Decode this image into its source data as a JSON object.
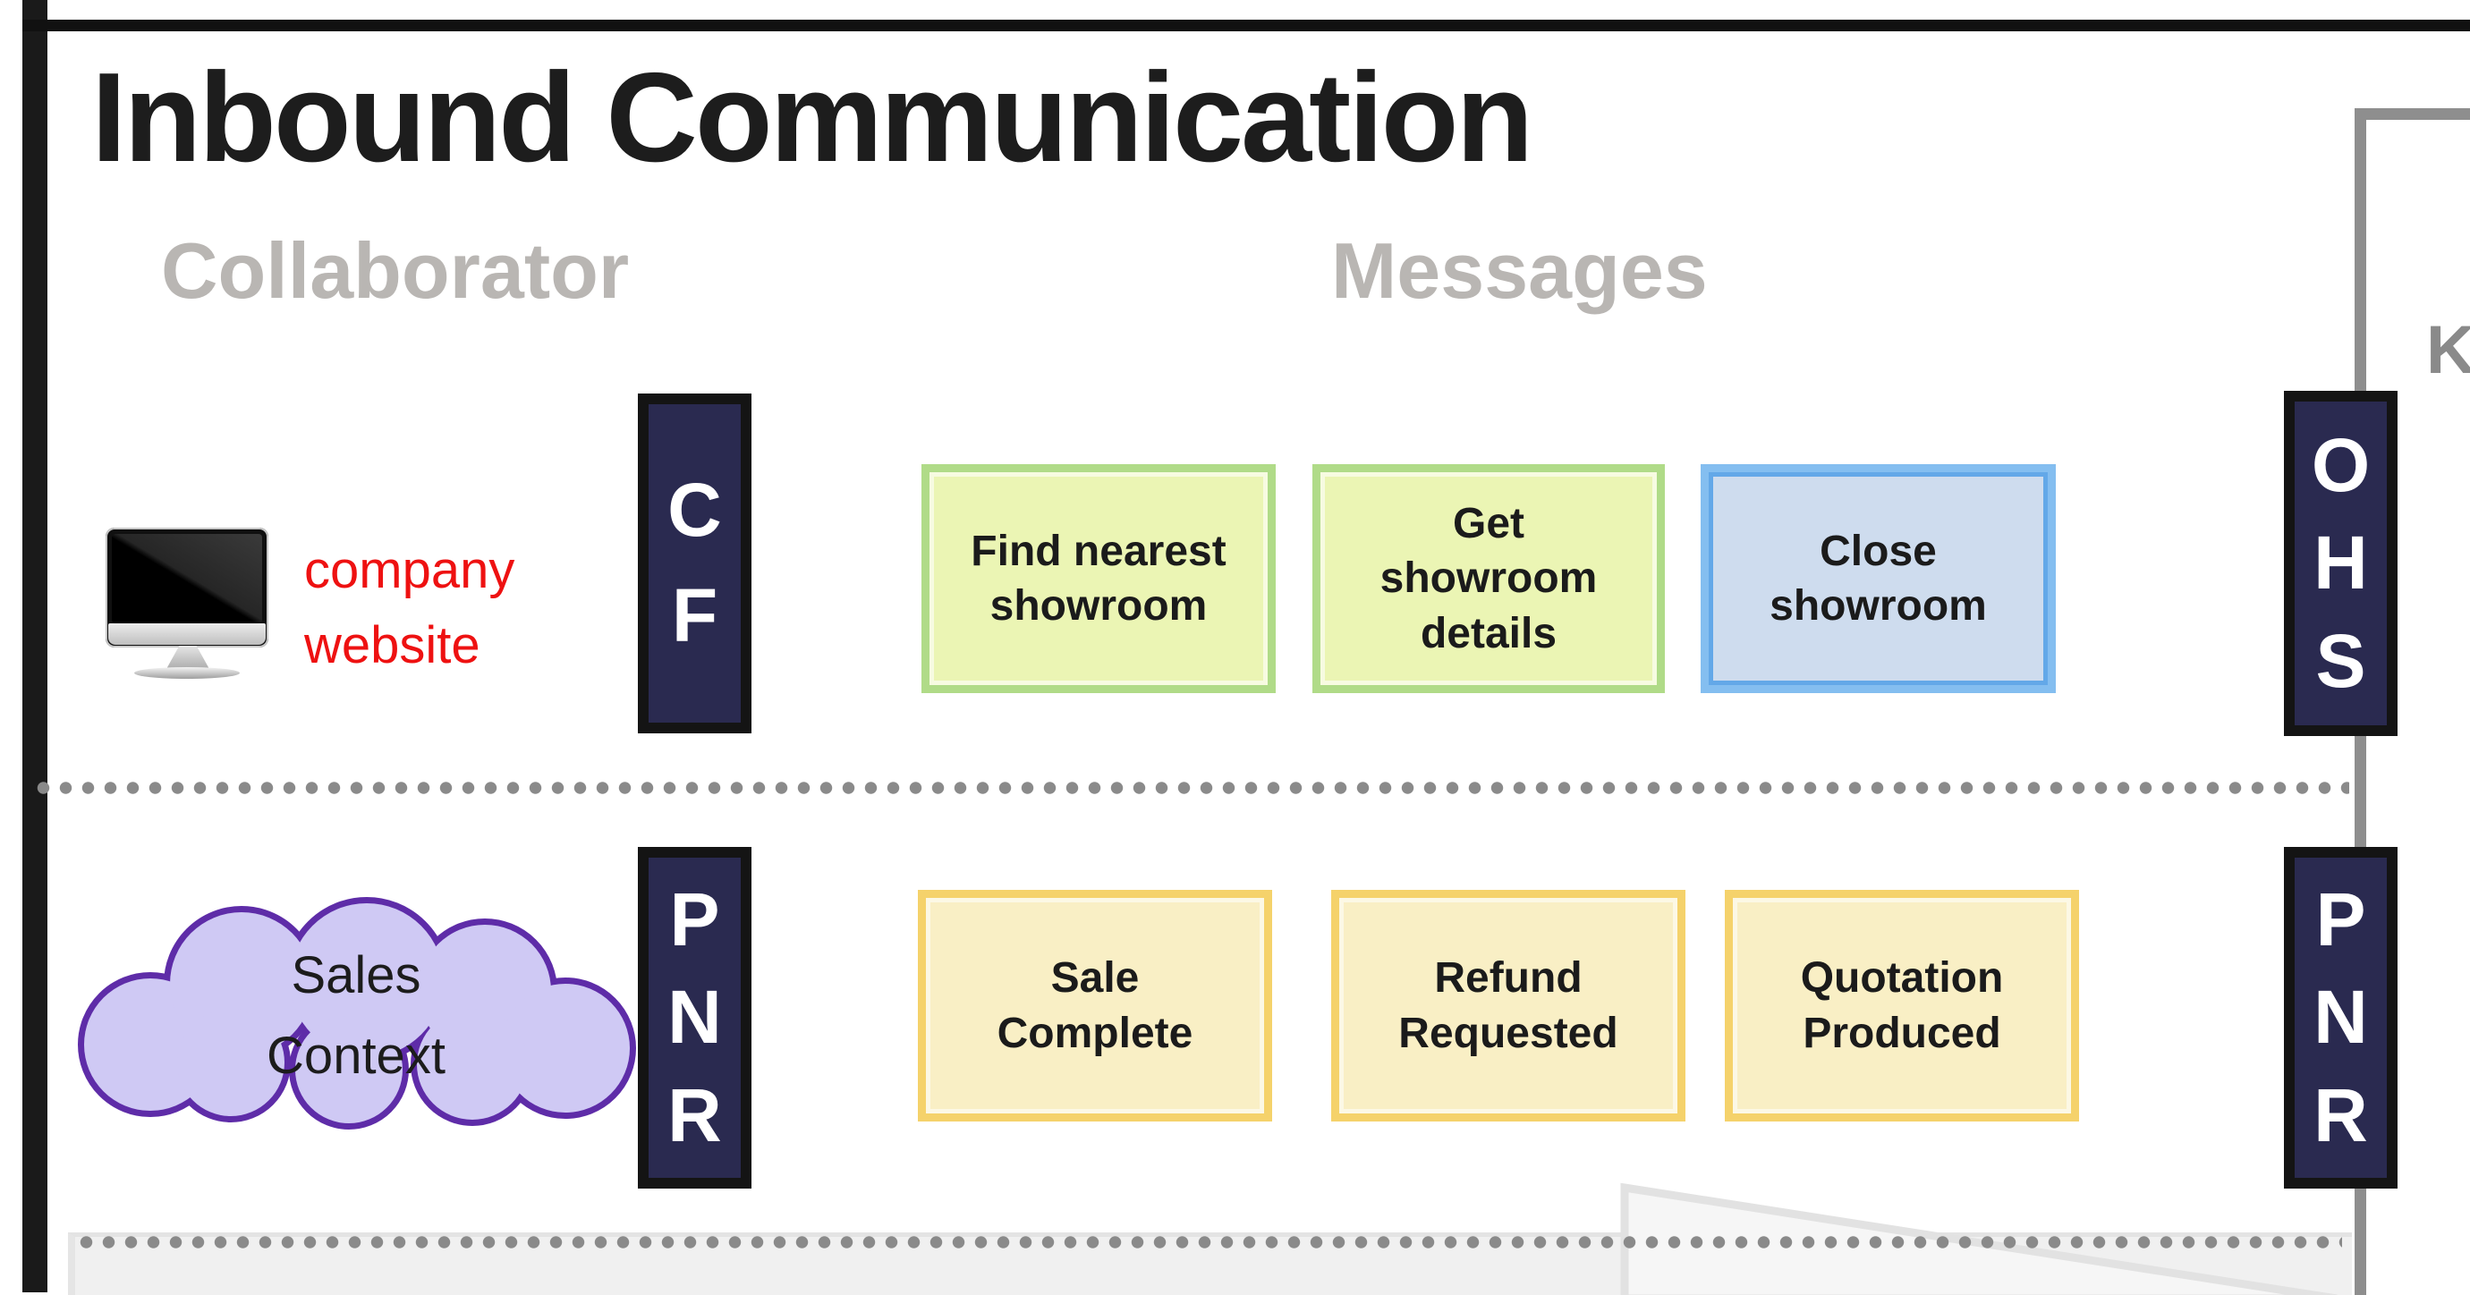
{
  "title": "Inbound Communication",
  "lane_headers": {
    "collaborator": "Collaborator",
    "messages": "Messages"
  },
  "right_edge_label": "K",
  "collaborators": [
    {
      "id": "company-website",
      "label": "company\nwebsite",
      "icon": "desktop-computer-icon",
      "label_color": "#ee1111"
    },
    {
      "id": "sales-context",
      "label": "Sales\nContext",
      "shape": "cloud"
    }
  ],
  "bars": {
    "cf": {
      "letters": [
        "C",
        "F"
      ]
    },
    "ohs": {
      "letters": [
        "O",
        "H",
        "S"
      ]
    },
    "pnr_left": {
      "letters": [
        "P",
        "N",
        "R"
      ]
    },
    "pnr_right": {
      "letters": [
        "P",
        "N",
        "R"
      ]
    }
  },
  "messages": {
    "row1": [
      {
        "label": "Find nearest\nshowroom",
        "style": "green"
      },
      {
        "label": "Get\nshowroom\ndetails",
        "style": "green"
      },
      {
        "label": "Close\nshowroom",
        "style": "blue"
      }
    ],
    "row2": [
      {
        "label": "Sale\nComplete",
        "style": "yellow"
      },
      {
        "label": "Refund\nRequested",
        "style": "yellow"
      },
      {
        "label": "Quotation\nProduced",
        "style": "yellow"
      }
    ]
  },
  "colors": {
    "navy_bar": "#2a2a50",
    "green_border": "#b0db88",
    "green_fill": "#ebf5b4",
    "blue_border": "#84bef0",
    "blue_fill": "#cedcee",
    "yellow_border": "#f5d26b",
    "yellow_fill": "#f9efc5",
    "cloud_border": "#5e2ca8",
    "cloud_fill": "#cfc9f4",
    "red_label": "#ee1111",
    "header_gray": "#b9b6b3",
    "connector_gray": "#8e8e8e"
  }
}
